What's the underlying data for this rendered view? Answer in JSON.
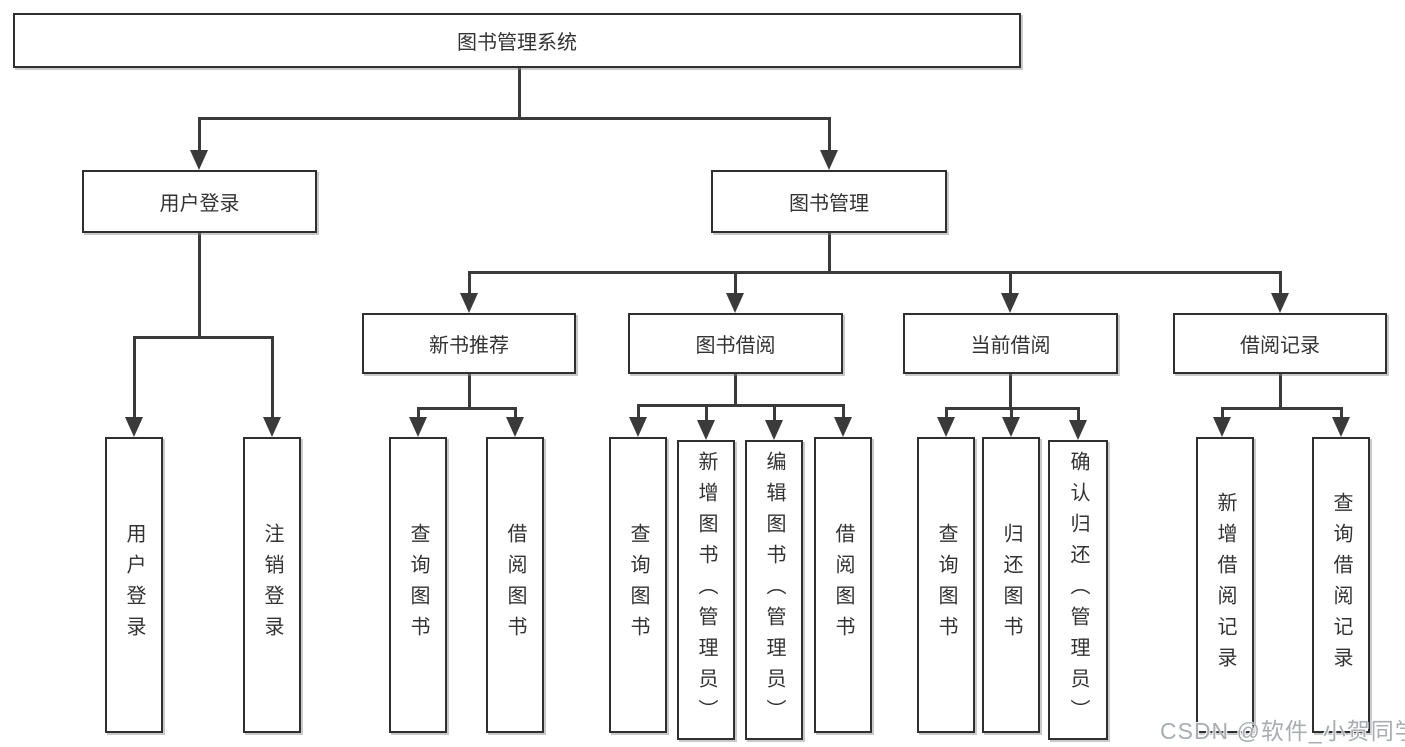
{
  "colors": {
    "line": "#3a3a3a",
    "box_border": "#2f2f2f",
    "box_fill": "#ffffff",
    "text": "#333333",
    "watermark": "#a8adb2"
  },
  "tree": {
    "root": {
      "label": "图书管理系统"
    },
    "branches": [
      {
        "label": "用户登录",
        "children": [
          {
            "label": "用户登录"
          },
          {
            "label": "注销登录"
          }
        ]
      },
      {
        "label": "图书管理",
        "children": [
          {
            "label": "新书推荐",
            "children": [
              {
                "label": "查询图书"
              },
              {
                "label": "借阅图书"
              }
            ]
          },
          {
            "label": "图书借阅",
            "children": [
              {
                "label": "查询图书"
              },
              {
                "label": "新增图书（管理员）"
              },
              {
                "label": "编辑图书（管理员）"
              },
              {
                "label": "借阅图书"
              }
            ]
          },
          {
            "label": "当前借阅",
            "children": [
              {
                "label": "查询图书"
              },
              {
                "label": "归还图书"
              },
              {
                "label": "确认归还（管理员）"
              }
            ]
          },
          {
            "label": "借阅记录",
            "children": [
              {
                "label": "新增借阅记录"
              },
              {
                "label": "查询借阅记录"
              }
            ]
          }
        ]
      }
    ]
  },
  "watermark": {
    "text": "CSDN @软件_小贺同学"
  }
}
